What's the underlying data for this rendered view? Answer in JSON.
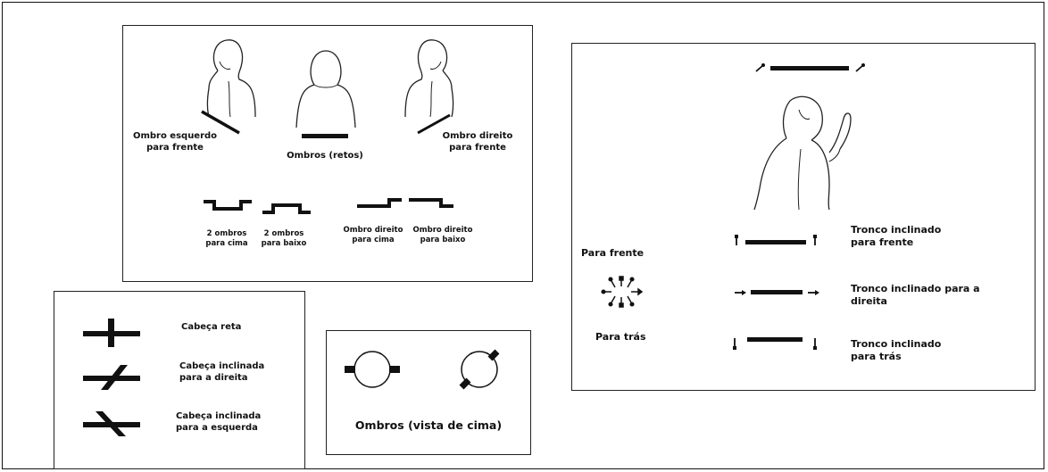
{
  "shoulders_panel": {
    "left_forward": "Ombro esquerdo\npara frente",
    "straight": "Ombros (retos)",
    "right_forward": "Ombro direito\npara frente",
    "both_up": "2 ombros\npara cima",
    "both_down": "2 ombros\npara baixo",
    "right_up": "Ombro direito\npara cima",
    "right_down": "Ombro direito\npara baixo"
  },
  "head_panel": {
    "straight": "Cabeça reta",
    "tilt_right": "Cabeça inclinada\npara a direita",
    "tilt_left": "Cabeça inclinada\npara a esquerda"
  },
  "top_view_panel": {
    "title": "Ombros (vista de cima)"
  },
  "trunk_panel": {
    "forward_label": "Para frente",
    "backward_label": "Para trás",
    "trunk_forward": "Tronco inclinado\npara frente",
    "trunk_right": "Tronco inclinado para a\ndireita",
    "trunk_back": "Tronco inclinado\npara trás"
  },
  "colors": {
    "ink": "#111111",
    "paper": "#ffffff"
  }
}
